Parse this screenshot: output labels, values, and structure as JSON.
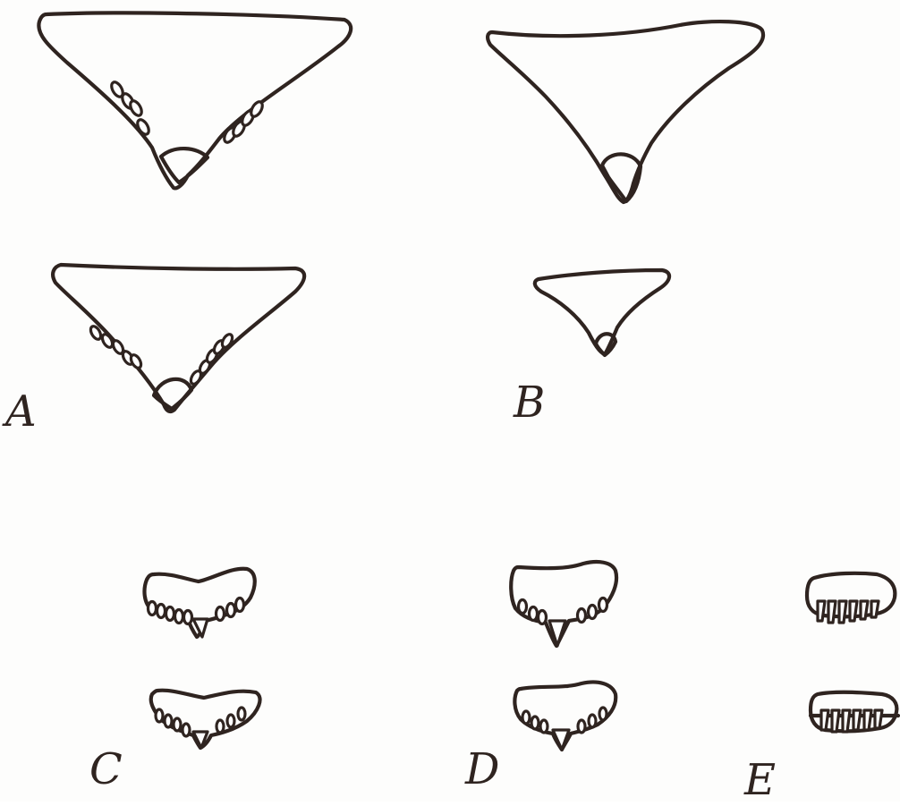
{
  "figure": {
    "panels": [
      {
        "id": "A",
        "label": "A",
        "drawings": 2,
        "description_icon": "triangular-plate-with-denticles"
      },
      {
        "id": "B",
        "label": "B",
        "drawings": 2,
        "description_icon": "triangular-plate-smooth"
      },
      {
        "id": "C",
        "label": "C",
        "drawings": 2,
        "description_icon": "rounded-plate-with-denticles"
      },
      {
        "id": "D",
        "label": "D",
        "drawings": 2,
        "description_icon": "rounded-plate-with-few-denticles"
      },
      {
        "id": "E",
        "label": "E",
        "drawings": 2,
        "description_icon": "rectangular-plate-with-comb-teeth"
      }
    ],
    "ink_color": "#2f2420",
    "paper_color": "#fdfdfc"
  }
}
